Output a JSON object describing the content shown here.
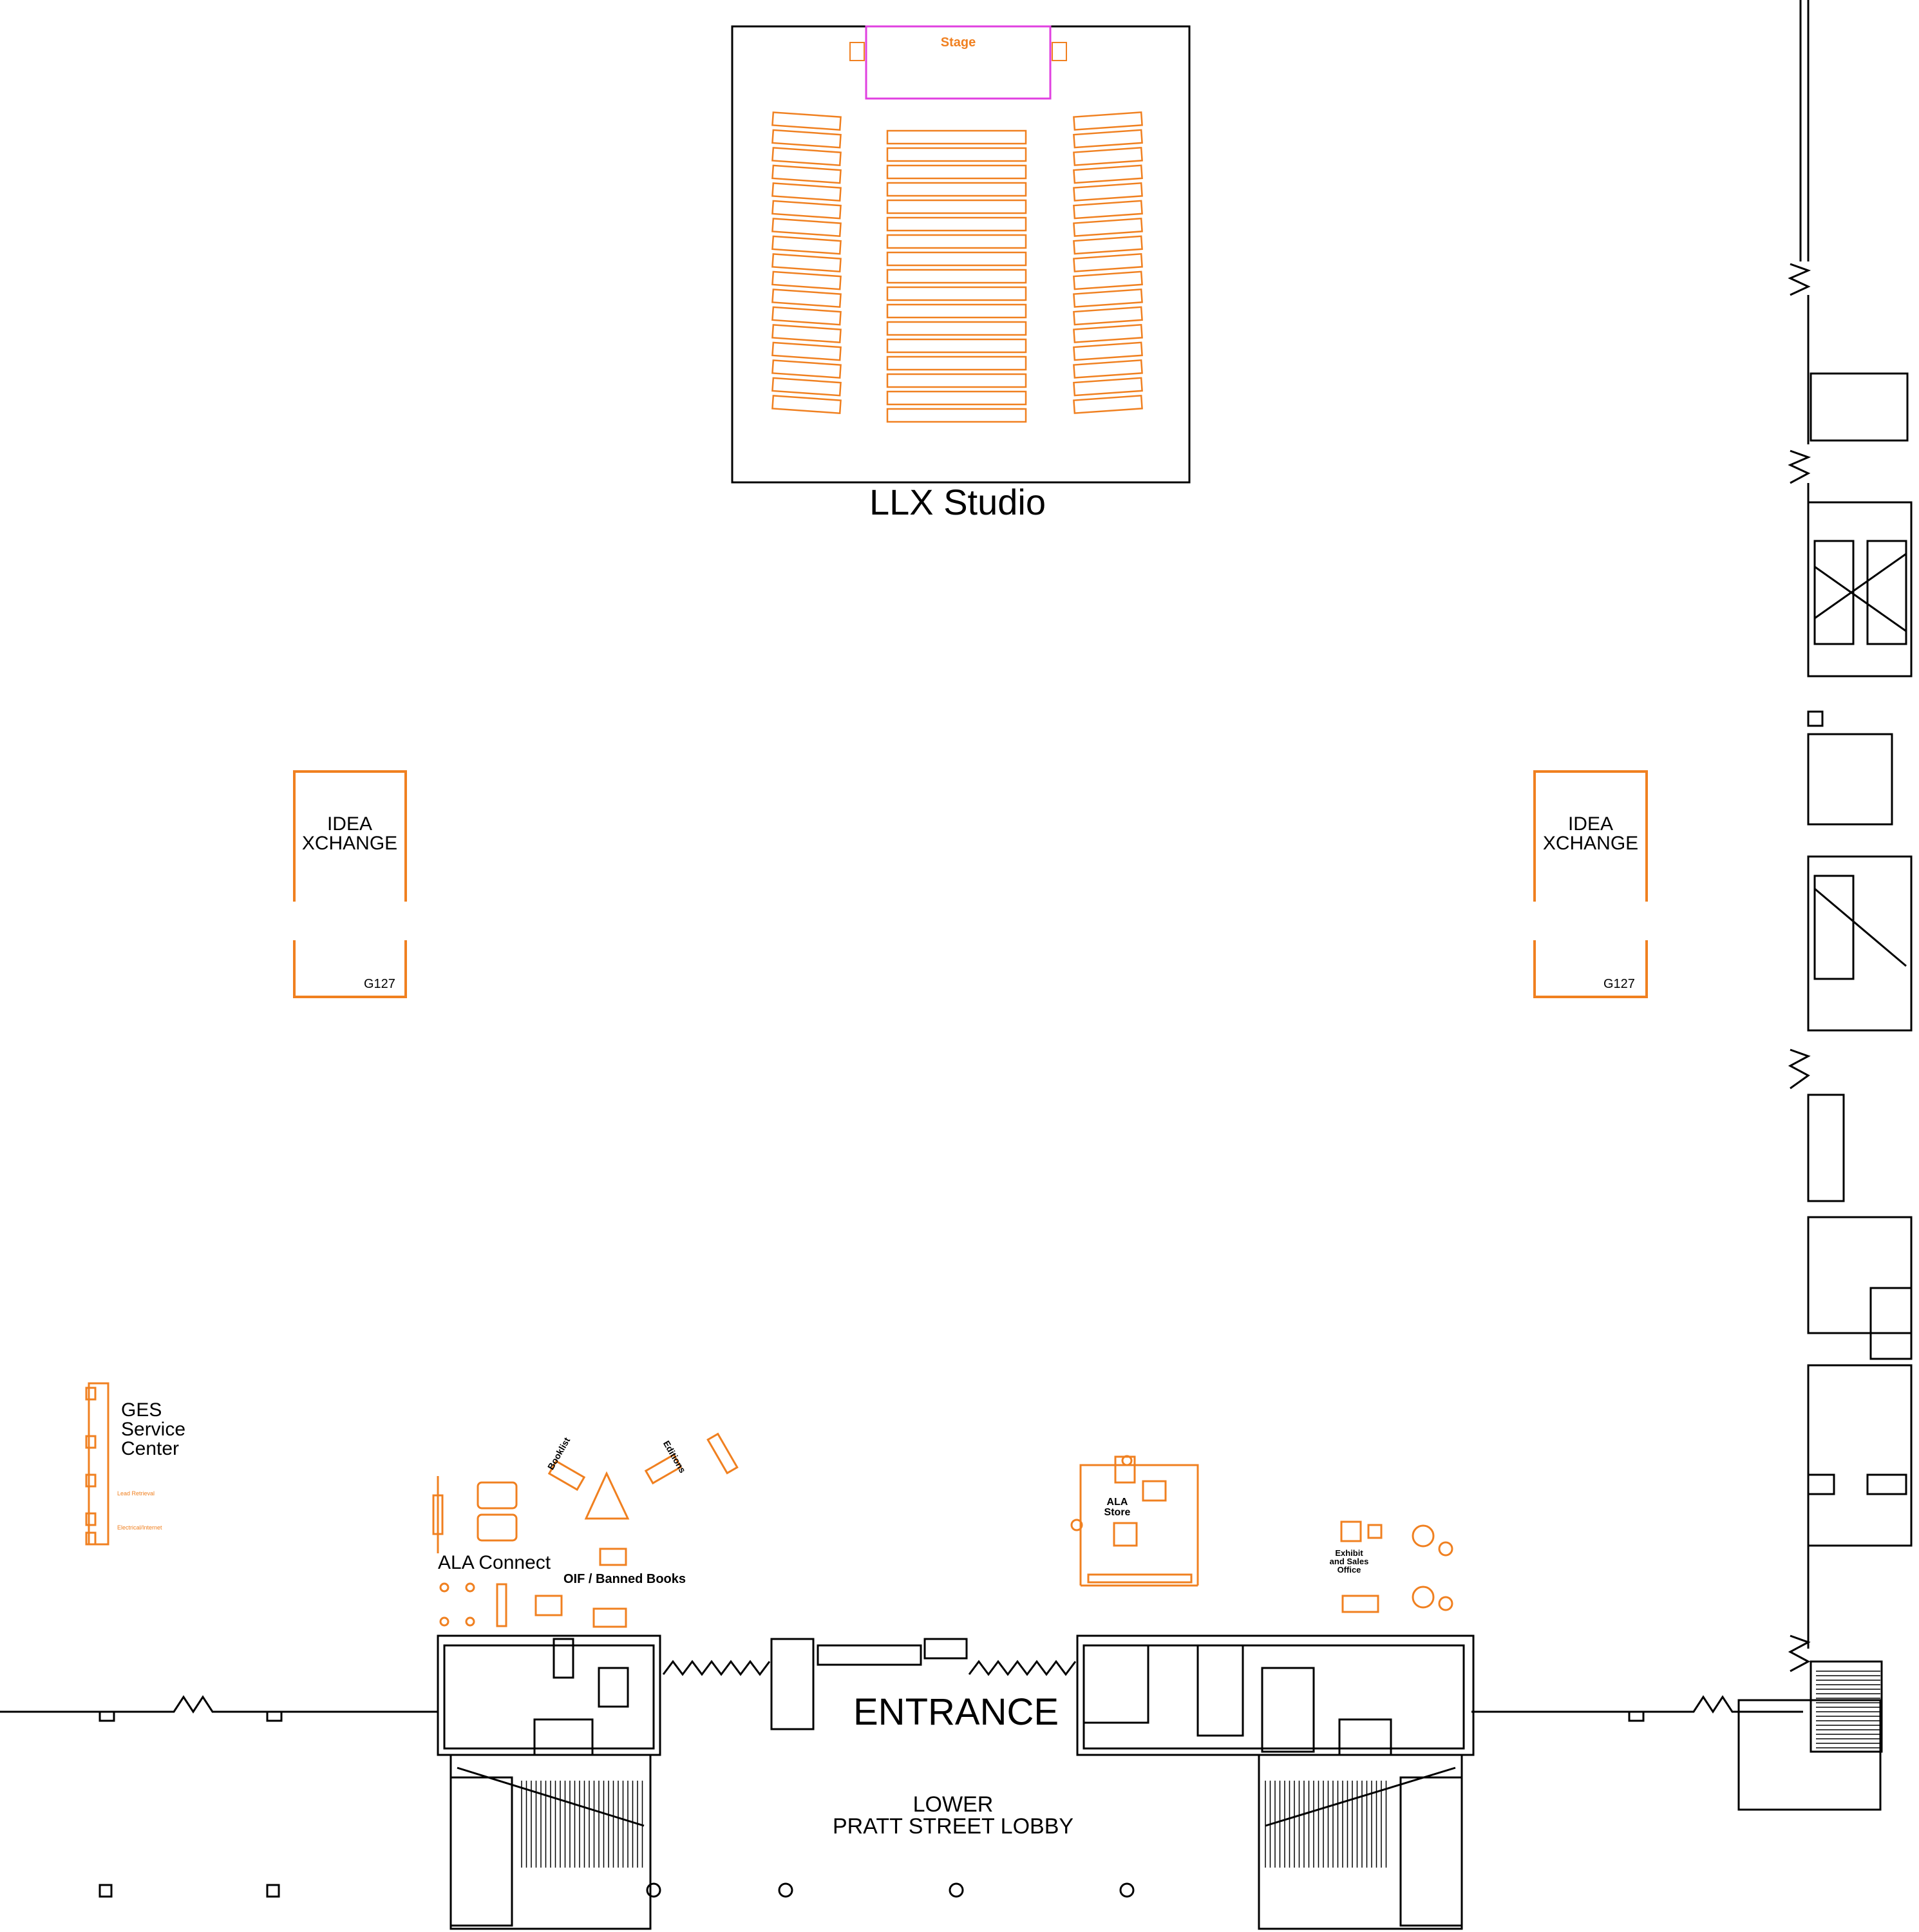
{
  "labels": {
    "llx_studio": "LLX Studio",
    "stage": "Stage",
    "idea_left": "IDEA\nXCHANGE",
    "idea_left_room": "G127",
    "idea_right": "IDEA\nXCHANGE",
    "idea_right_room": "G127",
    "ges": "GES\nService\nCenter",
    "ges_sub1": "Lead Retrieval",
    "ges_sub2": "Electrical/Internet",
    "ala_connect": "ALA Connect",
    "booklist": "Booklist",
    "editions": "Editions",
    "oif": "OIF / Banned Books",
    "ala_store": "ALA\nStore",
    "exhibit_office": "Exhibit\nand Sales\nOffice",
    "entrance": "ENTRANCE",
    "lobby": "LOWER\nPRATT STREET LOBBY"
  },
  "colors": {
    "wall": "#000000",
    "furniture": "#f08020",
    "stage_outline": "#e040e0",
    "background": "#ffffff"
  }
}
